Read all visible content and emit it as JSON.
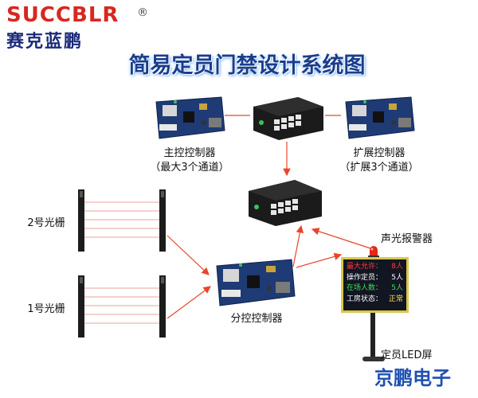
{
  "brand": {
    "name": "SUCCBLR",
    "registered": "®",
    "name_cn": "赛克蓝鹏"
  },
  "title": "简易定员门禁设计系统图",
  "labels": {
    "main_controller_line1": "主控控制器",
    "main_controller_line2": "（最大3个通道）",
    "expand_controller_line1": "扩展控制器",
    "expand_controller_line2": "（扩展3个通道）",
    "grating_2": "2号光栅",
    "grating_1": "1号光栅",
    "sub_controller": "分控控制器",
    "alarm": "声光报警器",
    "led_screen": "定员LED屏"
  },
  "led": {
    "rows": [
      {
        "key": "最大允许：",
        "value": "8人",
        "key_color": "#ff3b3b",
        "value_color": "#ff3b3b"
      },
      {
        "key": "操作定员：",
        "value": "5人",
        "key_color": "#ffffff",
        "value_color": "#ffffff"
      },
      {
        "key": "在场人数：",
        "value": "5人",
        "key_color": "#3ee05a",
        "value_color": "#3ee05a"
      },
      {
        "key": "工房状态：",
        "value": "正常",
        "key_color": "#ffffff",
        "value_color": "#ffe14a"
      }
    ]
  },
  "footer": "京鹏电子",
  "colors": {
    "arrow": "#e8452c",
    "beam": "#e8a0a0",
    "title": "#1a3d8c",
    "brand": "#d8271f"
  }
}
